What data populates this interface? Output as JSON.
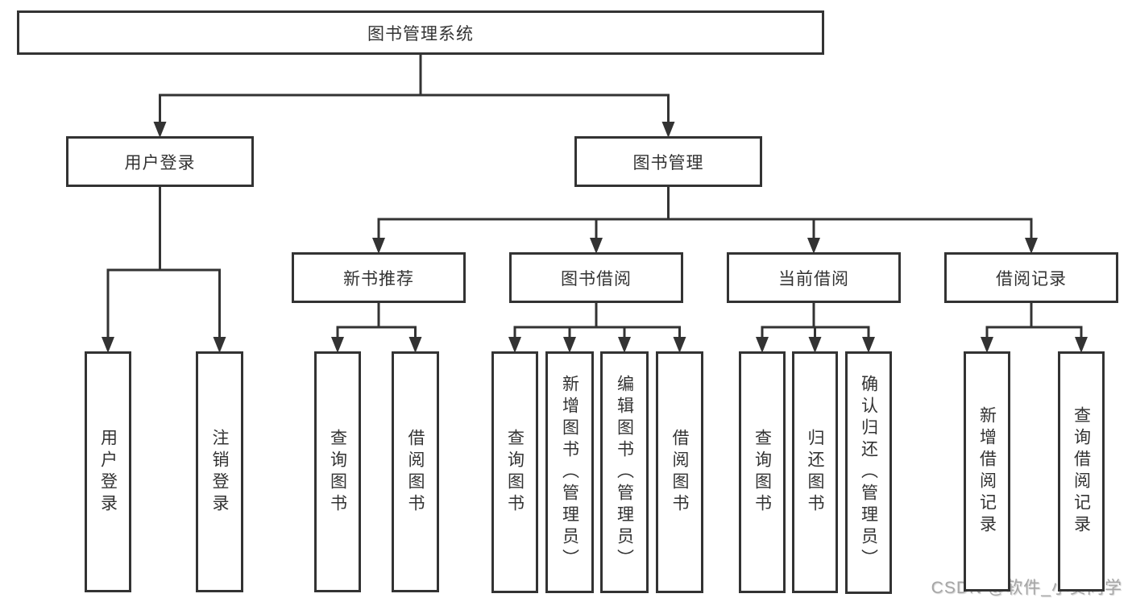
{
  "colors": {
    "line": "#333333",
    "text": "#333333",
    "box_fill": "#ffffff",
    "background": "#ffffff",
    "watermark": "#a6a6a6"
  },
  "watermark": {
    "text": "CSDN @软件_小贺同学"
  },
  "nodes": [
    {
      "id": "root",
      "label": "图书管理系统",
      "orientation": "horizontal",
      "parent": null
    },
    {
      "id": "user-login",
      "label": "用户登录",
      "orientation": "horizontal",
      "parent": "root"
    },
    {
      "id": "book-mgmt",
      "label": "图书管理",
      "orientation": "horizontal",
      "parent": "root"
    },
    {
      "id": "new-book-rec",
      "label": "新书推荐",
      "orientation": "horizontal",
      "parent": "book-mgmt"
    },
    {
      "id": "book-borrow",
      "label": "图书借阅",
      "orientation": "horizontal",
      "parent": "book-mgmt"
    },
    {
      "id": "current-borrow",
      "label": "当前借阅",
      "orientation": "horizontal",
      "parent": "book-mgmt"
    },
    {
      "id": "borrow-record",
      "label": "借阅记录",
      "orientation": "horizontal",
      "parent": "book-mgmt"
    },
    {
      "id": "ul-login",
      "label": "用户登录",
      "orientation": "vertical",
      "parent": "user-login"
    },
    {
      "id": "ul-logout",
      "label": "注销登录",
      "orientation": "vertical",
      "parent": "user-login"
    },
    {
      "id": "nbr-query-book",
      "label": "查询图书",
      "orientation": "vertical",
      "parent": "new-book-rec"
    },
    {
      "id": "nbr-borrow-book",
      "label": "借阅图书",
      "orientation": "vertical",
      "parent": "new-book-rec"
    },
    {
      "id": "bb-query-book",
      "label": "查询图书",
      "orientation": "vertical",
      "parent": "book-borrow"
    },
    {
      "id": "bb-add-book",
      "label": "新增图书（管理员）",
      "orientation": "vertical",
      "parent": "book-borrow"
    },
    {
      "id": "bb-edit-book",
      "label": "编辑图书（管理员）",
      "orientation": "vertical",
      "parent": "book-borrow"
    },
    {
      "id": "bb-borrow-book",
      "label": "借阅图书",
      "orientation": "vertical",
      "parent": "book-borrow"
    },
    {
      "id": "cb-query-book",
      "label": "查询图书",
      "orientation": "vertical",
      "parent": "current-borrow"
    },
    {
      "id": "cb-return-book",
      "label": "归还图书",
      "orientation": "vertical",
      "parent": "current-borrow"
    },
    {
      "id": "cb-confirm-return",
      "label": "确认归还（管理员）",
      "orientation": "vertical",
      "parent": "current-borrow"
    },
    {
      "id": "br-add-record",
      "label": "新增借阅记录",
      "orientation": "vertical",
      "parent": "borrow-record"
    },
    {
      "id": "br-query-record",
      "label": "查询借阅记录",
      "orientation": "vertical",
      "parent": "borrow-record"
    }
  ]
}
